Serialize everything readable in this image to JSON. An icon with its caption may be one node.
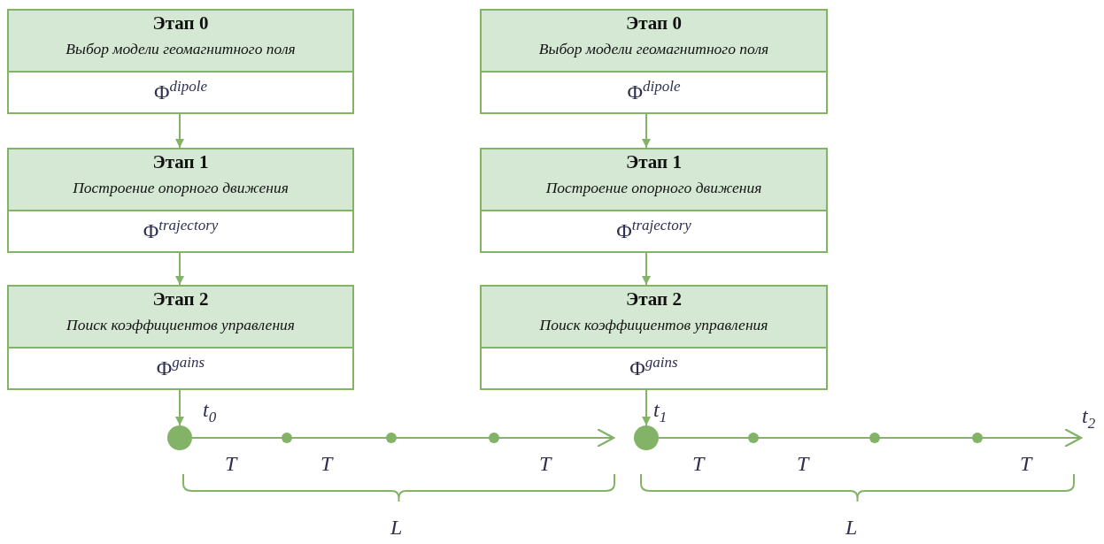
{
  "diagram": {
    "nodes": [
      {
        "text": [
          "Этап 0",
          "Выбор модели геомагнитного поля",
          "Φ$^{dipole}$"
        ]
      },
      {
        "text": [
          "Этап 1",
          "Построение опорного движения",
          "Φ$^{trajectory}$"
        ]
      },
      {
        "text": [
          "Этап 2",
          "Поиск коэффициентов управления",
          "Φ$^{gains}$"
        ]
      },
      {
        "text": [
          "Этап 0",
          "Выбор модели геомагнитного поля",
          "Φ$^{dipole}$"
        ]
      },
      {
        "text": [
          "Этап 1",
          "Построение опорного движения",
          "Φ$^{trajectory}$"
        ]
      },
      {
        "text": [
          "Этап 2",
          "Поиск коэффициентов управления",
          "Φ$^{gains}$"
        ]
      },
      {
        "text": [],
        "shape": "circle",
        "beside": [
          "t$_{0}$"
        ]
      },
      {
        "text": [],
        "shape": "circle",
        "beside": [
          "t$_{1}$"
        ]
      },
      {
        "text": [
          "t$_{2}$"
        ]
      }
    ],
    "edges": [
      {
        "from": 0,
        "to": 1,
        "arrow": "to"
      },
      {
        "from": 1,
        "to": 2,
        "arrow": "to"
      },
      {
        "from": 2,
        "to": 6,
        "arrow": "to"
      },
      {
        "from": 3,
        "to": 4,
        "arrow": "to"
      },
      {
        "from": 4,
        "to": 5,
        "arrow": "to"
      },
      {
        "from": 5,
        "to": 7,
        "arrow": "to"
      },
      {
        "from": 6,
        "to": 7,
        "arrow": "to"
      },
      {
        "from": 7,
        "to": 8,
        "arrow": "to"
      }
    ],
    "labels": [
      "T",
      "T",
      "T",
      "L",
      "T",
      "T",
      "T",
      "L"
    ]
  }
}
